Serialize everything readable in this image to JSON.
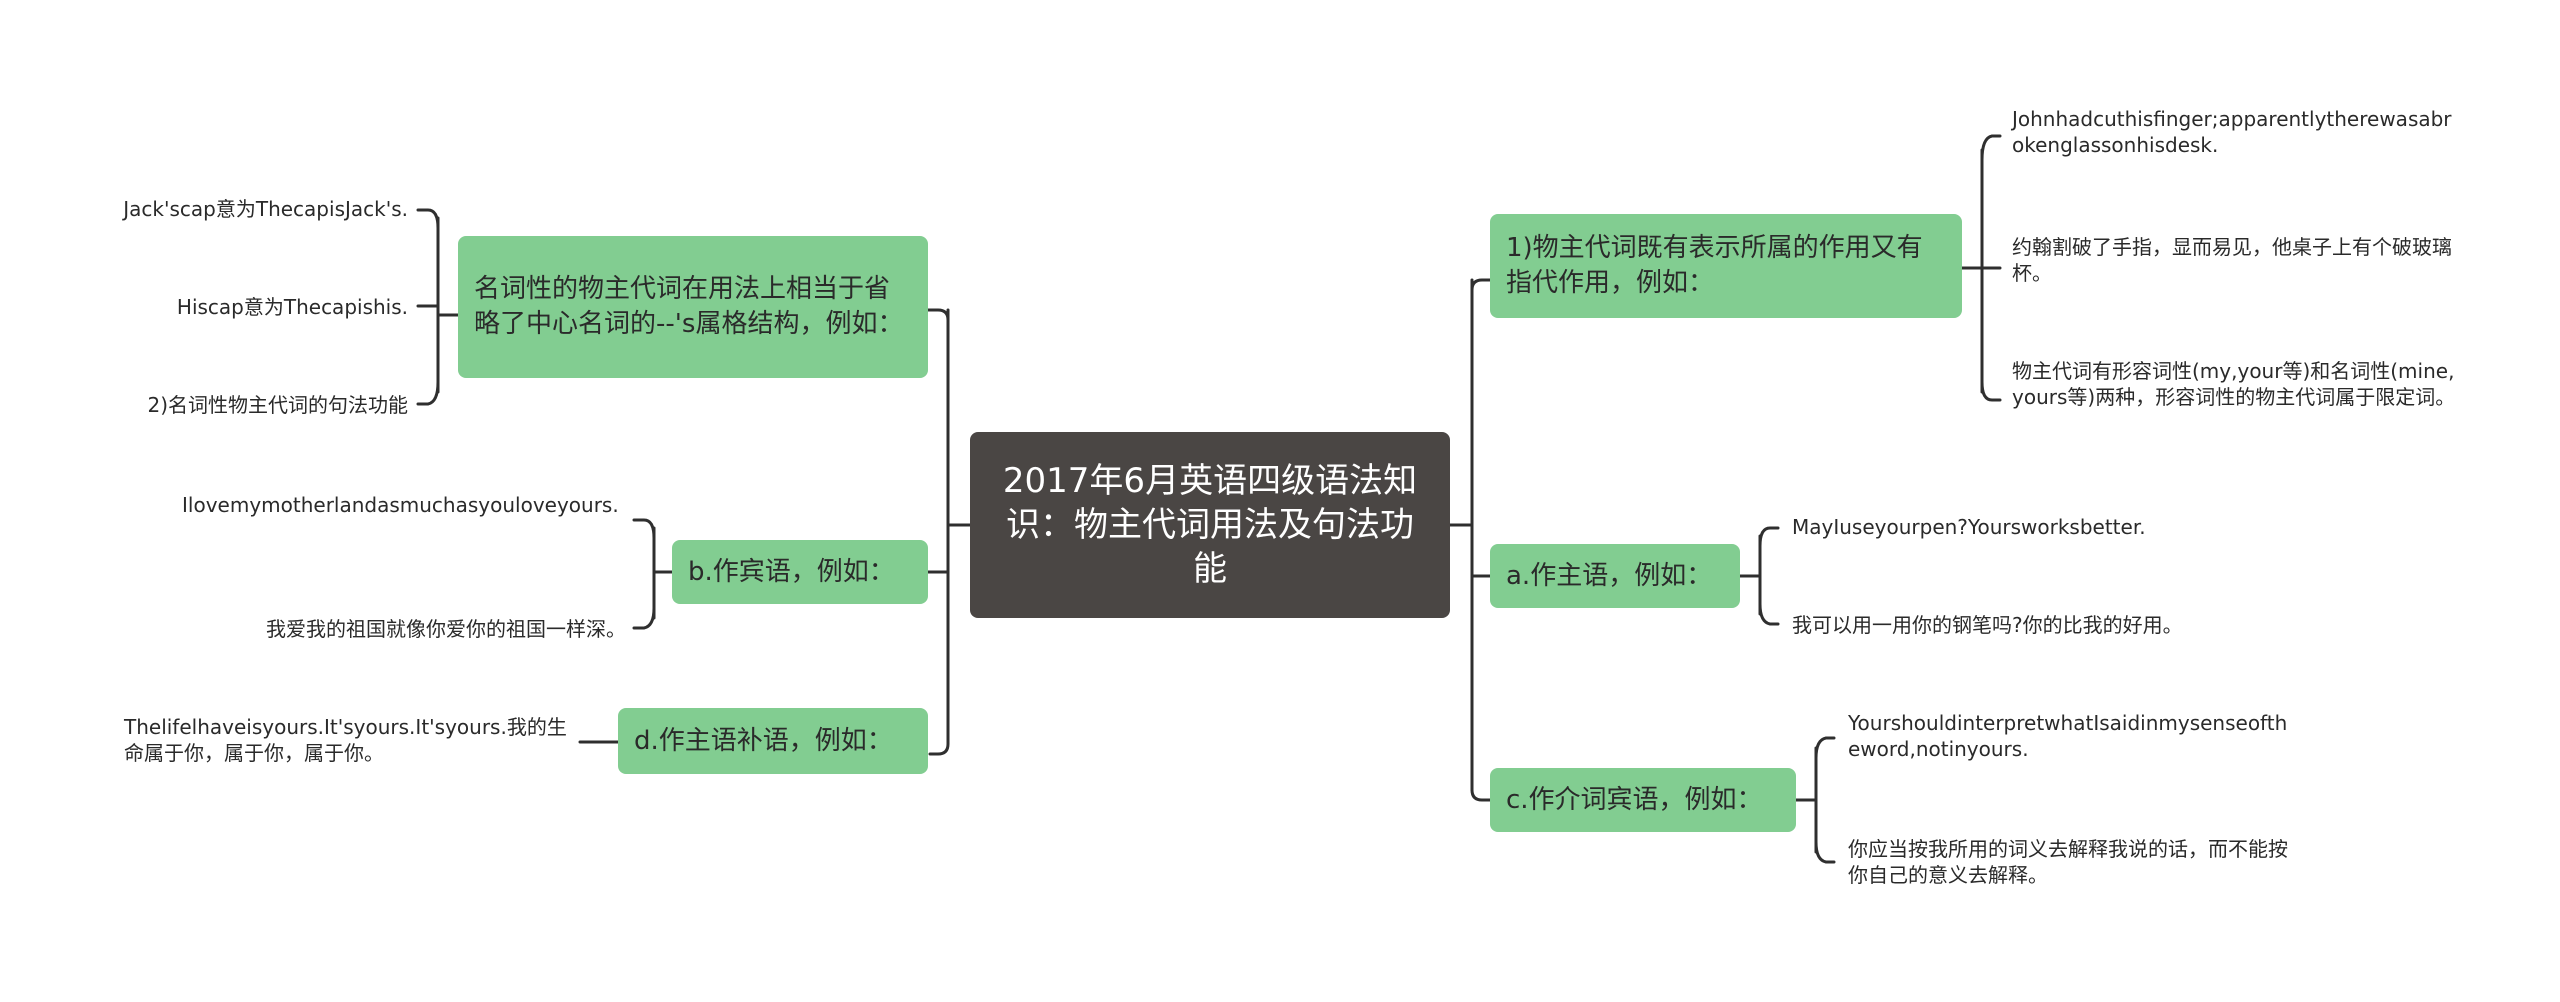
{
  "root": {
    "title": "2017年6月英语四级语法知识：物主代词用法及句法功能"
  },
  "left_branches": [
    {
      "label": "名词性的物主代词在用法上相当于省略了中心名词的--'s属格结构，例如：",
      "children": [
        "Jack'scap意为ThecapisJack's.",
        "Hiscap意为Thecapishis.",
        "2)名词性物主代词的句法功能"
      ]
    },
    {
      "label": "b.作宾语，例如：",
      "children": [
        "Ilovemymotherlandasmuchasyouloveyours.",
        "我爱我的祖国就像你爱你的祖国一样深。"
      ]
    },
    {
      "label": "d.作主语补语，例如：",
      "children": [
        "Thelifelhaveisyours.It'syours.It'syours.我的生命属于你，属于你，属于你。"
      ]
    }
  ],
  "right_branches": [
    {
      "label": "1)物主代词既有表示所属的作用又有指代作用，例如：",
      "children": [
        "Johnhadcuthisfinger;apparentlytherewasabrokenglassonhisdesk.",
        "约翰割破了手指，显而易见，他桌子上有个破玻璃杯。",
        "物主代词有形容词性(my,your等)和名词性(mine,yours等)两种，形容词性的物主代词属于限定词。"
      ]
    },
    {
      "label": "a.作主语，例如：",
      "children": [
        "MayIuseyourpen?Yoursworksbetter.",
        "我可以用一用你的钢笔吗?你的比我的好用。"
      ]
    },
    {
      "label": "c.作介词宾语，例如：",
      "children": [
        "YourshouldinterpretwhatIsaidinmysenseoftheword,notinyours.",
        "你应当按我所用的词义去解释我说的话，而不能按你自己的意义去解释。"
      ]
    }
  ],
  "colors": {
    "root_fill": "#4a4644",
    "branch_fill": "#82cd91",
    "connector": "#2f2f2f",
    "background": "#ffffff"
  }
}
